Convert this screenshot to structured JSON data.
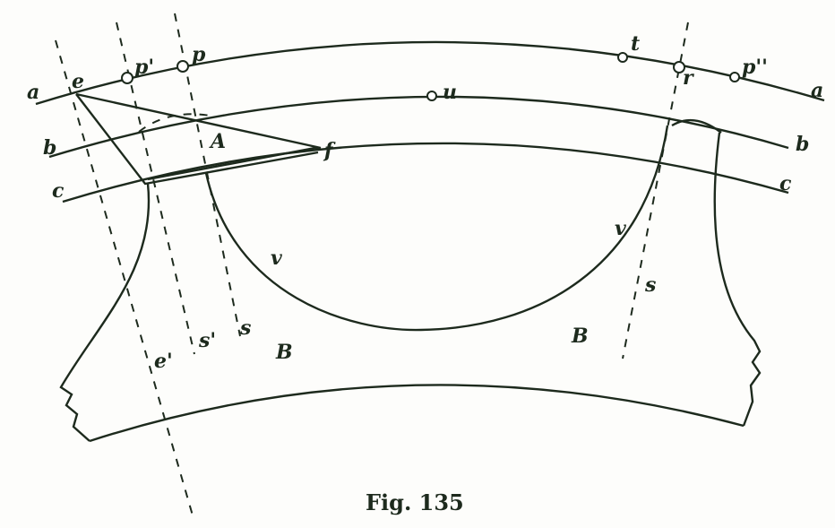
{
  "figure": {
    "caption": "Fig. 135"
  },
  "labels": {
    "a_left": "a",
    "a_right": "a",
    "b_left": "b",
    "b_right": "b",
    "c_left": "c",
    "c_right": "c",
    "e": "e",
    "e_prime": "e'",
    "p": "p",
    "p_prime": "p'",
    "p_double": "p''",
    "t": "t",
    "r": "r",
    "u": "u",
    "f": "f",
    "A": "A",
    "B_left": "B",
    "B_right": "B",
    "v_left": "v",
    "v_right": "v",
    "s": "s",
    "s_prime": "s'",
    "s_right": "s"
  }
}
